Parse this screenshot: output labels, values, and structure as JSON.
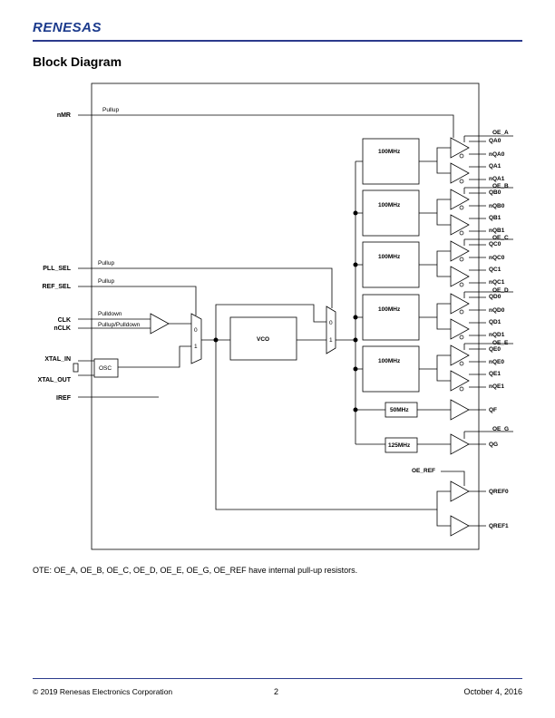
{
  "header": {
    "logo_text": "RENESAS"
  },
  "page_title": "Block Diagram",
  "diagram": {
    "pins_left": {
      "nmr": "nMR",
      "pll_sel": "PLL_SEL",
      "ref_sel": "REF_SEL",
      "clk": "CLK",
      "nclk": "nCLK",
      "xtal_in": "XTAL_IN",
      "xtal_out": "XTAL_OUT",
      "iref": "IREF"
    },
    "wire_labels": {
      "pullup_nmr": "Pullup",
      "pullup_pll": "Pullup",
      "pullup_ref": "Pullup",
      "pulldown": "Pulldown",
      "pullup_pulldown": "Pullup/Pulldown"
    },
    "blocks": {
      "osc": "OSC",
      "vco": "VCO",
      "div_a": "100MHz",
      "div_b": "100MHz",
      "div_c": "100MHz",
      "div_d": "100MHz",
      "div_e": "100MHz",
      "div_f": "50MHz",
      "div_g": "125MHz"
    },
    "mux_labels": {
      "in0": "0",
      "in1": "1",
      "in0b": "0",
      "in1b": "1"
    },
    "outputs": {
      "oe_a": "OE_A",
      "qa0": "QA0",
      "nqa0": "nQA0",
      "qa1": "QA1",
      "nqa1": "nQA1",
      "oe_b": "OE_B",
      "qb0": "QB0",
      "nqb0": "nQB0",
      "qb1": "QB1",
      "nqb1": "nQB1",
      "oe_c": "OE_C",
      "qc0": "QC0",
      "nqc0": "nQC0",
      "qc1": "QC1",
      "nqc1": "nQC1",
      "oe_d": "OE_D",
      "qd0": "QD0",
      "nqd0": "nQD0",
      "qd1": "QD1",
      "nqd1": "nQD1",
      "oe_e": "OE_E",
      "qe0": "QE0",
      "nqe0": "nQE0",
      "qe1": "QE1",
      "nqe1": "nQE1",
      "qf": "QF",
      "oe_g": "OE_G",
      "qg": "QG",
      "oe_ref": "OE_REF",
      "qref0": "QREF0",
      "qref1": "QREF1"
    }
  },
  "note": "OTE: OE_A, OE_B, OE_C, OE_D, OE_E, OE_G, OE_REF have internal pull-up resistors.",
  "footer": {
    "copyright": "© 2019 Renesas Electronics Corporation",
    "page": "2",
    "date": "October 4, 2016"
  }
}
